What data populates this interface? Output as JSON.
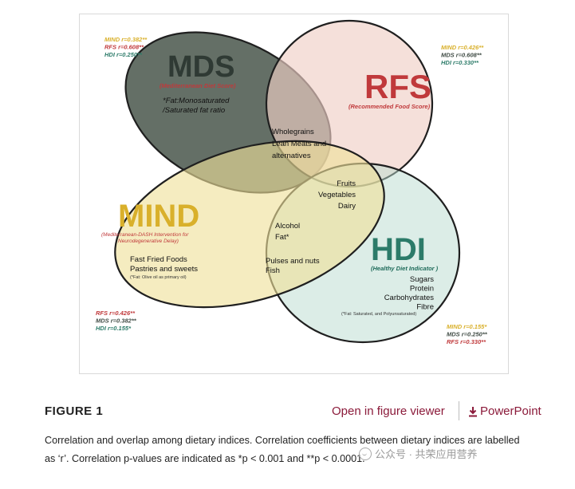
{
  "figure": {
    "sets": [
      {
        "id": "MDS",
        "name": "MDS",
        "full": "(Mediterranean Diet Score)",
        "color": "#3f4b44",
        "fill": "#4e5b51"
      },
      {
        "id": "RFS",
        "name": "RFS",
        "full": "(Recommended Food Score)",
        "color": "#c0393b",
        "fill": "#efcfc6"
      },
      {
        "id": "MIND",
        "name": "MIND",
        "full_line1": "(Mediterranean-DASH Intervention for",
        "full_line2": "Neurodegenerative Delay)",
        "color": "#d9b02b",
        "fill": "#efe19a"
      },
      {
        "id": "HDI",
        "name": "HDI",
        "full": "(Healthy Diet Indicator )",
        "color": "#2c7b69",
        "fill": "#b9dccf"
      }
    ],
    "mds_note_line1": "*Fat:Monosaturated",
    "mds_note_line2": "/Saturated fat ratio",
    "center_items": [
      "Wholegrains",
      "Lean Meats and",
      "alternatives"
    ],
    "rfs_hdi_items": [
      "Fruits",
      "Vegetables",
      "Dairy"
    ],
    "alcohol_items": [
      "Alcohol",
      "Fat*"
    ],
    "mind_items": [
      "Fast Fried Foods",
      "Pastries and sweets"
    ],
    "mind_note": "(*Fat: Olive oil as primary oil)",
    "pulses_items": [
      "Pulses and nuts",
      "Fish"
    ],
    "hdi_items": [
      "Sugars",
      "Protein",
      "Carbohydrates",
      "Fibre"
    ],
    "hdi_note": "(*Fat: Saturated, and Polyunsaturated)",
    "corr_mds": [
      {
        "text": "MIND r=0.382**",
        "color": "#d9b02b"
      },
      {
        "text": "RFS r=0.608**",
        "color": "#c0393b"
      },
      {
        "text": "HDI r=0.250**",
        "color": "#2c7b69"
      }
    ],
    "corr_rfs": [
      {
        "text": "MIND r=0.426**",
        "color": "#d9b02b"
      },
      {
        "text": "MDS r=0.608**",
        "color": "#3f4b44"
      },
      {
        "text": "HDI r=0.330**",
        "color": "#2c7b69"
      }
    ],
    "corr_mind": [
      {
        "text": "RFS r=0.426**",
        "color": "#c0393b"
      },
      {
        "text": "MDS r=0.382**",
        "color": "#3f4b44"
      },
      {
        "text": "HDI r=0.155*",
        "color": "#2c7b69"
      }
    ],
    "corr_hdi": [
      {
        "text": "MIND r=0.155*",
        "color": "#d9b02b"
      },
      {
        "text": "MDS r=0.250**",
        "color": "#3f4b44"
      },
      {
        "text": "RFS r=0.330**",
        "color": "#c0393b"
      }
    ]
  },
  "footer": {
    "title": "FIGURE 1",
    "viewer_link": "Open in figure viewer",
    "ppt_link": "PowerPoint",
    "caption_line1": "Correlation and overlap among dietary indices. Correlation coefficients between dietary indices are labelled",
    "caption_line2": "as ‘r’. Correlation p-values are indicated as *p < 0.001 and **p < 0.0001.",
    "watermark": "公众号 · 共荣应用营养"
  },
  "colors": {
    "link": "#8b1a3a",
    "frame_border": "#d9d9d9"
  }
}
